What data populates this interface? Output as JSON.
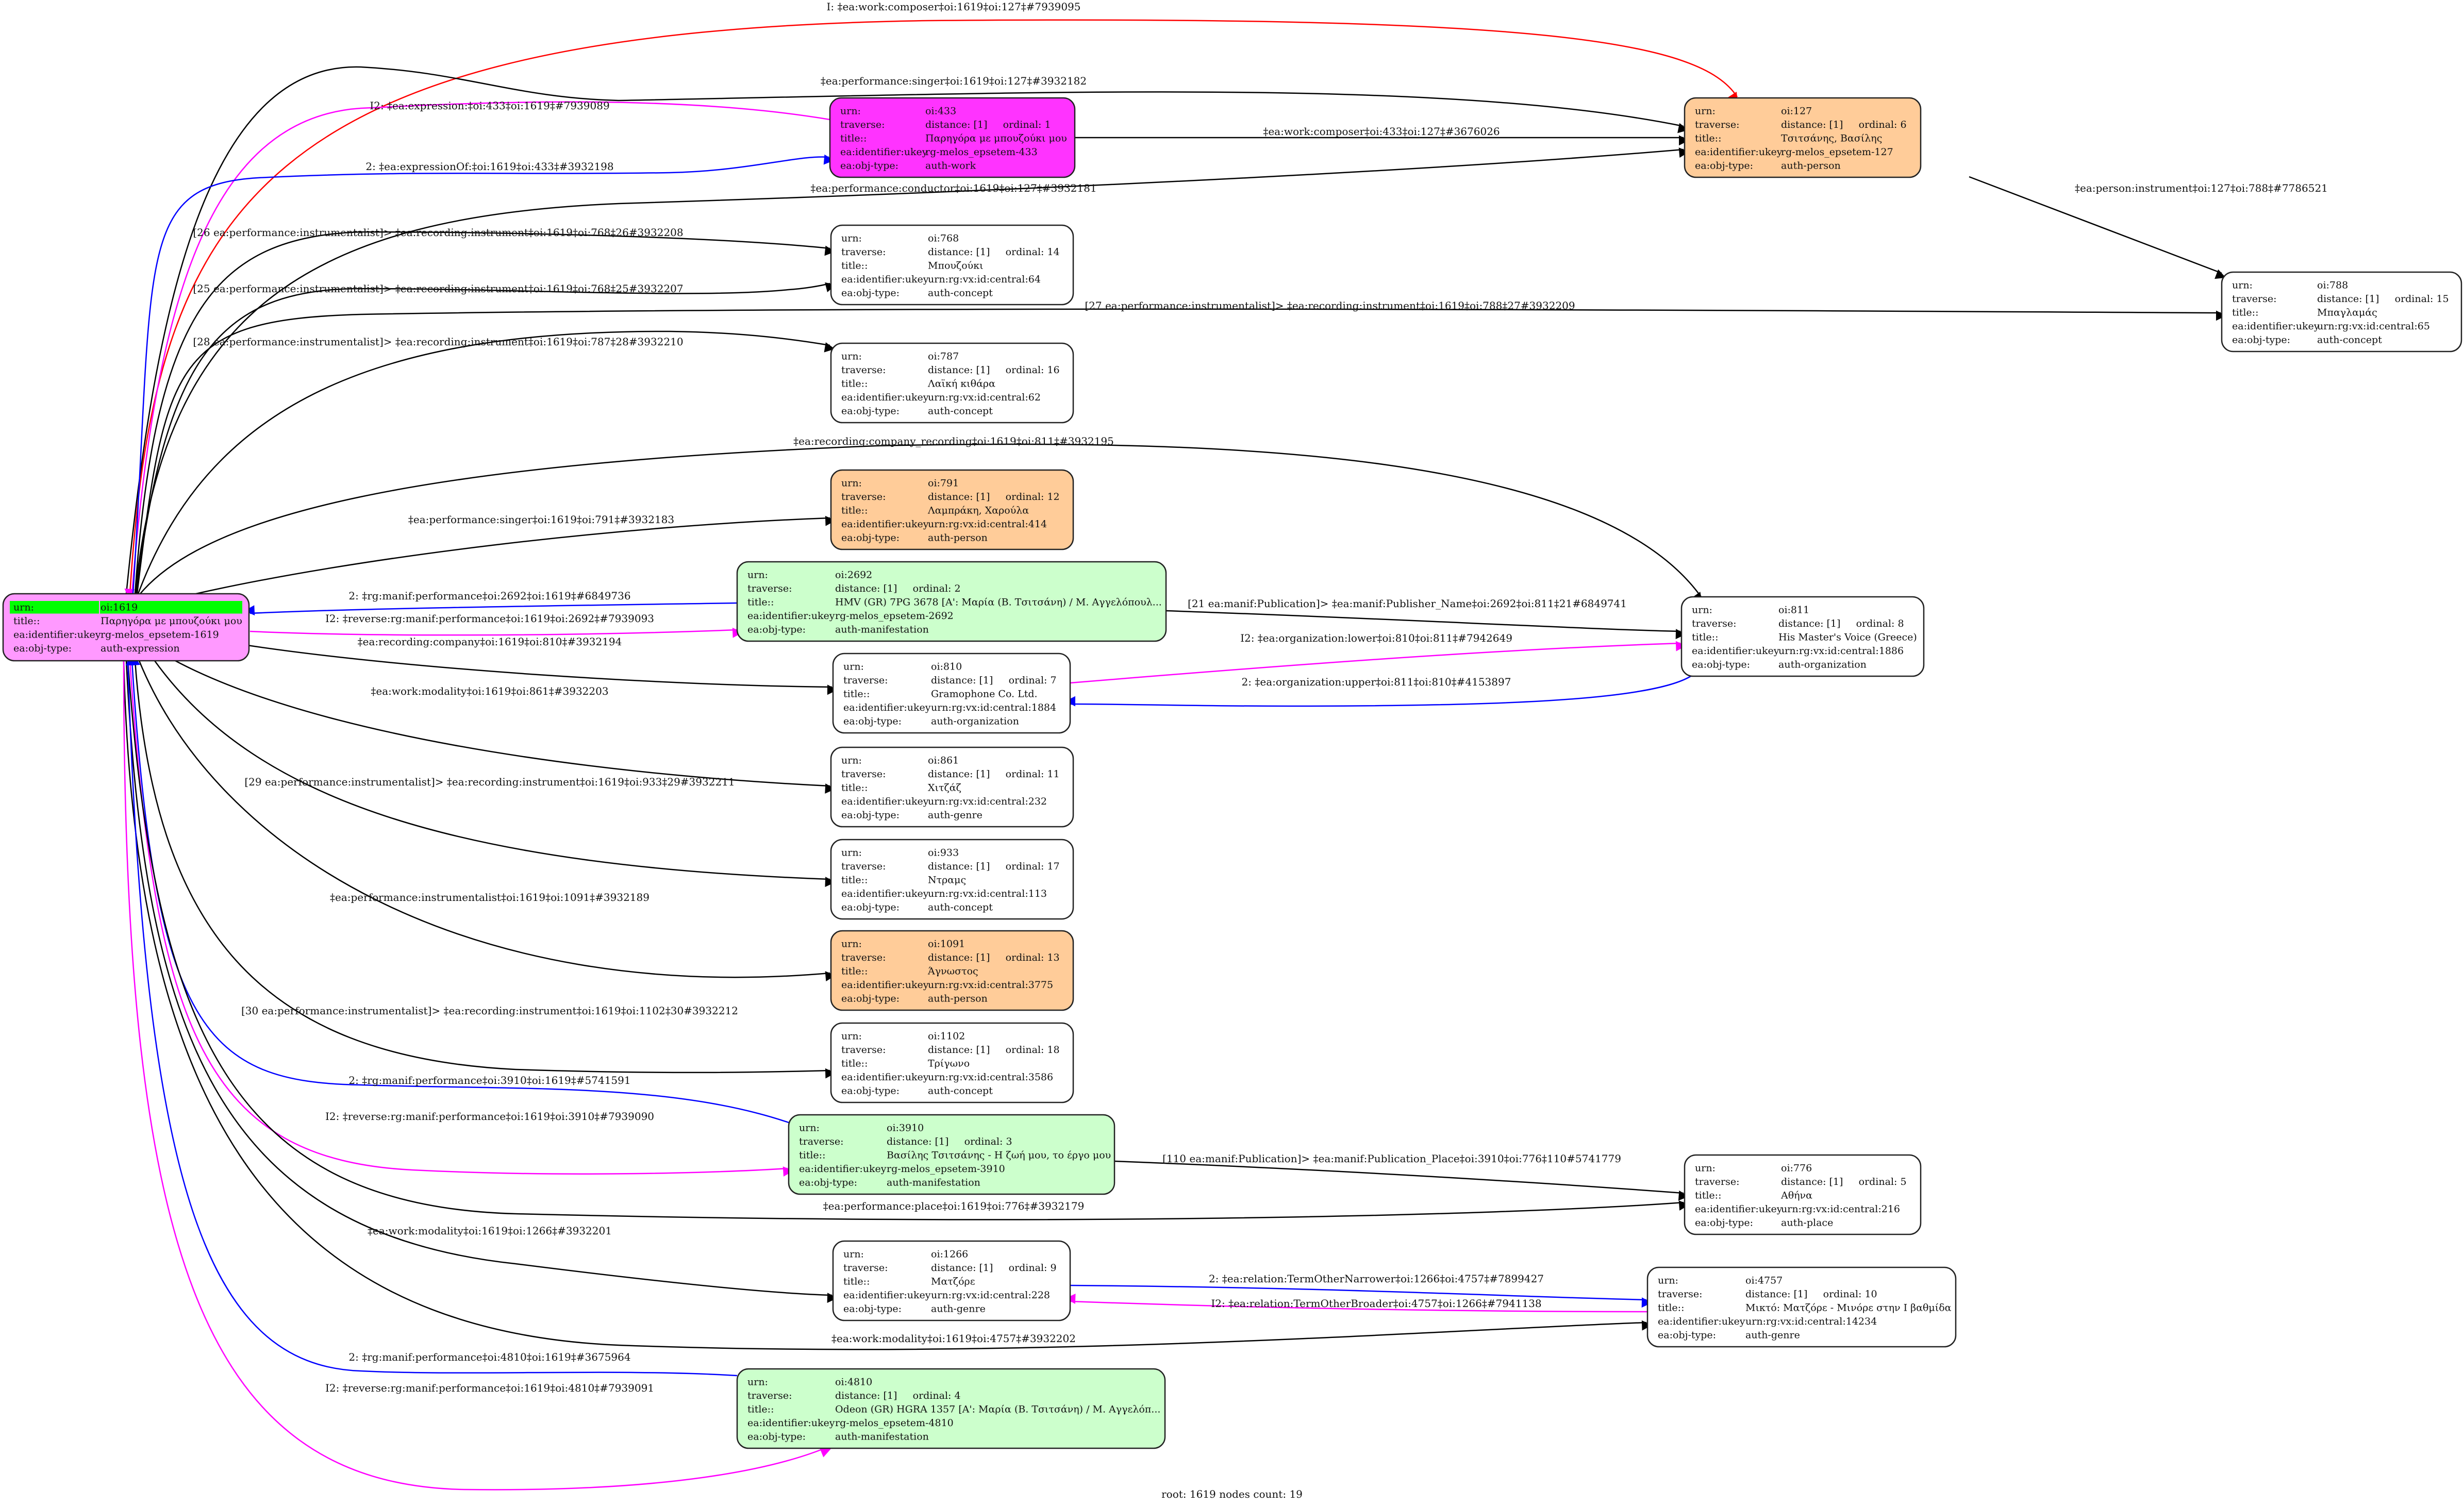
{
  "graph": {
    "footer": "root: 1619 nodes count: 19",
    "field_labels": {
      "urn": "urn:",
      "traverse": "traverse:",
      "title": "title::",
      "ukey": "ea:identifier:ukey",
      "objtype": "ea:obj-type:"
    },
    "colors": {
      "expression": "#ff99ff",
      "root_highlight": "#00ff00",
      "work": "#ff33ff",
      "person": "#ffcc99",
      "manifestation": "#ccffcc",
      "default": "#ffffff",
      "edge_black": "#000000",
      "edge_red": "#ff0000",
      "edge_blue": "#0000ff",
      "edge_magenta": "#ff00ff"
    },
    "nodes": [
      {
        "id": "1619",
        "urn": "oi:1619",
        "traverse": null,
        "title": "Παρηγόρα με μπουζούκι μου",
        "ukey": "rg-melos_epsetem-1619",
        "objtype": "auth-expression",
        "kind": "expression",
        "root": true
      },
      {
        "id": "433",
        "urn": "oi:433",
        "traverse": "distance: [1]     ordinal: 1",
        "title": "Παρηγόρα με μπουζούκι μου",
        "ukey": "rg-melos_epsetem-433",
        "objtype": "auth-work",
        "kind": "work"
      },
      {
        "id": "127",
        "urn": "oi:127",
        "traverse": "distance: [1]     ordinal: 6",
        "title": "Τσιτσάνης, Βασίλης",
        "ukey": "rg-melos_epsetem-127",
        "objtype": "auth-person",
        "kind": "person"
      },
      {
        "id": "788",
        "urn": "oi:788",
        "traverse": "distance: [1]     ordinal: 15",
        "title": "Μπαγλαμάς",
        "ukey": "urn:rg:vx:id:central:65",
        "objtype": "auth-concept",
        "kind": "default"
      },
      {
        "id": "768",
        "urn": "oi:768",
        "traverse": "distance: [1]     ordinal: 14",
        "title": "Μπουζούκι",
        "ukey": "urn:rg:vx:id:central:64",
        "objtype": "auth-concept",
        "kind": "default"
      },
      {
        "id": "787",
        "urn": "oi:787",
        "traverse": "distance: [1]     ordinal: 16",
        "title": "Λαϊκή κιθάρα",
        "ukey": "urn:rg:vx:id:central:62",
        "objtype": "auth-concept",
        "kind": "default"
      },
      {
        "id": "791",
        "urn": "oi:791",
        "traverse": "distance: [1]     ordinal: 12",
        "title": "Λαμπράκη, Χαρούλα",
        "ukey": "urn:rg:vx:id:central:414",
        "objtype": "auth-person",
        "kind": "person"
      },
      {
        "id": "2692",
        "urn": "oi:2692",
        "traverse": "distance: [1]     ordinal: 2",
        "title": "HMV (GR) 7PG 3678 [A': Μαρία (Β. Τσιτσάνη) / Μ. Αγγελόπουλ...",
        "ukey": "rg-melos_epsetem-2692",
        "objtype": "auth-manifestation",
        "kind": "manifestation"
      },
      {
        "id": "811",
        "urn": "oi:811",
        "traverse": "distance: [1]     ordinal: 8",
        "title": "His Master's Voice (Greece)",
        "ukey": "urn:rg:vx:id:central:1886",
        "objtype": "auth-organization",
        "kind": "default"
      },
      {
        "id": "810",
        "urn": "oi:810",
        "traverse": "distance: [1]     ordinal: 7",
        "title": "Gramophone Co. Ltd.",
        "ukey": "urn:rg:vx:id:central:1884",
        "objtype": "auth-organization",
        "kind": "default"
      },
      {
        "id": "861",
        "urn": "oi:861",
        "traverse": "distance: [1]     ordinal: 11",
        "title": "Χιτζάζ",
        "ukey": "urn:rg:vx:id:central:232",
        "objtype": "auth-genre",
        "kind": "default"
      },
      {
        "id": "933",
        "urn": "oi:933",
        "traverse": "distance: [1]     ordinal: 17",
        "title": "Ντραμς",
        "ukey": "urn:rg:vx:id:central:113",
        "objtype": "auth-concept",
        "kind": "default"
      },
      {
        "id": "1091",
        "urn": "oi:1091",
        "traverse": "distance: [1]     ordinal: 13",
        "title": "Άγνωστος",
        "ukey": "urn:rg:vx:id:central:3775",
        "objtype": "auth-person",
        "kind": "person"
      },
      {
        "id": "1102",
        "urn": "oi:1102",
        "traverse": "distance: [1]     ordinal: 18",
        "title": "Τρίγωνο",
        "ukey": "urn:rg:vx:id:central:3586",
        "objtype": "auth-concept",
        "kind": "default"
      },
      {
        "id": "3910",
        "urn": "oi:3910",
        "traverse": "distance: [1]     ordinal: 3",
        "title": "Βασίλης Τσιτσάνης - Η ζωή μου, το έργο μου",
        "ukey": "rg-melos_epsetem-3910",
        "objtype": "auth-manifestation",
        "kind": "manifestation"
      },
      {
        "id": "776",
        "urn": "oi:776",
        "traverse": "distance: [1]     ordinal: 5",
        "title": "Αθήνα",
        "ukey": "urn:rg:vx:id:central:216",
        "objtype": "auth-place",
        "kind": "default"
      },
      {
        "id": "1266",
        "urn": "oi:1266",
        "traverse": "distance: [1]     ordinal: 9",
        "title": "Ματζόρε",
        "ukey": "urn:rg:vx:id:central:228",
        "objtype": "auth-genre",
        "kind": "default"
      },
      {
        "id": "4757",
        "urn": "oi:4757",
        "traverse": "distance: [1]     ordinal: 10",
        "title": "Μικτό: Ματζόρε - Μινόρε στην Ι βαθμίδα",
        "ukey": "urn:rg:vx:id:central:14234",
        "objtype": "auth-genre",
        "kind": "default"
      },
      {
        "id": "4810",
        "urn": "oi:4810",
        "traverse": "distance: [1]     ordinal: 4",
        "title": "Odeon (GR) HGRA 1357 [A': Μαρία (Β. Τσιτσάνη) / Μ. Αγγελόπ...",
        "ukey": "rg-melos_epsetem-4810",
        "objtype": "auth-manifestation",
        "kind": "manifestation"
      }
    ],
    "edges": [
      {
        "id": "e1",
        "from": "1619",
        "to": "127",
        "color": "red",
        "label": "I: ‡ea:work:composer‡oi:1619‡oi:127‡#7939095"
      },
      {
        "id": "e2",
        "from": "1619",
        "to": "127",
        "color": "black",
        "label": "‡ea:performance:singer‡oi:1619‡oi:127‡#3932182"
      },
      {
        "id": "e3",
        "from": "433",
        "to": "1619",
        "color": "magenta",
        "label": "I2: ‡ea:expression:‡oi:433‡oi:1619‡#7939089"
      },
      {
        "id": "e4",
        "from": "1619",
        "to": "433",
        "color": "blue",
        "label": "2: ‡ea:expressionOf:‡oi:1619‡oi:433‡#3932198"
      },
      {
        "id": "e5",
        "from": "433",
        "to": "127",
        "color": "black",
        "label": "‡ea:work:composer‡oi:433‡oi:127‡#3676026"
      },
      {
        "id": "e6",
        "from": "1619",
        "to": "127",
        "color": "black",
        "label": "‡ea:performance:conductor‡oi:1619‡oi:127‡#3932181"
      },
      {
        "id": "e7",
        "from": "127",
        "to": "788",
        "color": "black",
        "label": "‡ea:person:instrument‡oi:127‡oi:788‡#7786521"
      },
      {
        "id": "e8",
        "from": "1619",
        "to": "768",
        "color": "black",
        "label": "[26 ea:performance:instrumentalist]> ‡ea:recording:instrument‡oi:1619‡oi:768‡26#3932208"
      },
      {
        "id": "e9",
        "from": "1619",
        "to": "768",
        "color": "black",
        "label": "[25 ea:performance:instrumentalist]> ‡ea:recording:instrument‡oi:1619‡oi:768‡25#3932207"
      },
      {
        "id": "e10",
        "from": "1619",
        "to": "788",
        "color": "black",
        "label": "[27 ea:performance:instrumentalist]> ‡ea:recording:instrument‡oi:1619‡oi:788‡27#3932209"
      },
      {
        "id": "e11",
        "from": "1619",
        "to": "787",
        "color": "black",
        "label": "[28 ea:performance:instrumentalist]> ‡ea:recording:instrument‡oi:1619‡oi:787‡28#3932210"
      },
      {
        "id": "e12",
        "from": "1619",
        "to": "811",
        "color": "black",
        "label": "‡ea:recording:company_recording‡oi:1619‡oi:811‡#3932195"
      },
      {
        "id": "e13",
        "from": "1619",
        "to": "791",
        "color": "black",
        "label": "‡ea:performance:singer‡oi:1619‡oi:791‡#3932183"
      },
      {
        "id": "e14",
        "from": "2692",
        "to": "1619",
        "color": "blue",
        "label": "2: ‡rg:manif:performance‡oi:2692‡oi:1619‡#6849736"
      },
      {
        "id": "e15",
        "from": "1619",
        "to": "2692",
        "color": "magenta",
        "label": "I2: ‡reverse:rg:manif:performance‡oi:1619‡oi:2692‡#7939093"
      },
      {
        "id": "e16",
        "from": "2692",
        "to": "811",
        "color": "black",
        "label": "[21 ea:manif:Publication]> ‡ea:manif:Publisher_Name‡oi:2692‡oi:811‡21#6849741"
      },
      {
        "id": "e17",
        "from": "1619",
        "to": "810",
        "color": "black",
        "label": "‡ea:recording:company‡oi:1619‡oi:810‡#3932194"
      },
      {
        "id": "e18",
        "from": "810",
        "to": "811",
        "color": "magenta",
        "label": "I2: ‡ea:organization:lower‡oi:810‡oi:811‡#7942649"
      },
      {
        "id": "e19",
        "from": "811",
        "to": "810",
        "color": "blue",
        "label": "2: ‡ea:organization:upper‡oi:811‡oi:810‡#4153897"
      },
      {
        "id": "e20",
        "from": "1619",
        "to": "861",
        "color": "black",
        "label": "‡ea:work:modality‡oi:1619‡oi:861‡#3932203"
      },
      {
        "id": "e21",
        "from": "1619",
        "to": "933",
        "color": "black",
        "label": "[29 ea:performance:instrumentalist]> ‡ea:recording:instrument‡oi:1619‡oi:933‡29#3932211"
      },
      {
        "id": "e22",
        "from": "1619",
        "to": "1091",
        "color": "black",
        "label": "‡ea:performance:instrumentalist‡oi:1619‡oi:1091‡#3932189"
      },
      {
        "id": "e23",
        "from": "1619",
        "to": "1102",
        "color": "black",
        "label": "[30 ea:performance:instrumentalist]> ‡ea:recording:instrument‡oi:1619‡oi:1102‡30#3932212"
      },
      {
        "id": "e24",
        "from": "3910",
        "to": "1619",
        "color": "blue",
        "label": "2: ‡rg:manif:performance‡oi:3910‡oi:1619‡#5741591"
      },
      {
        "id": "e25",
        "from": "1619",
        "to": "3910",
        "color": "magenta",
        "label": "I2: ‡reverse:rg:manif:performance‡oi:1619‡oi:3910‡#7939090"
      },
      {
        "id": "e26",
        "from": "3910",
        "to": "776",
        "color": "black",
        "label": "[110 ea:manif:Publication]> ‡ea:manif:Publication_Place‡oi:3910‡oi:776‡110#5741779"
      },
      {
        "id": "e27",
        "from": "1619",
        "to": "776",
        "color": "black",
        "label": "‡ea:performance:place‡oi:1619‡oi:776‡#3932179"
      },
      {
        "id": "e28",
        "from": "1619",
        "to": "1266",
        "color": "black",
        "label": "‡ea:work:modality‡oi:1619‡oi:1266‡#3932201"
      },
      {
        "id": "e29",
        "from": "1266",
        "to": "4757",
        "color": "blue",
        "label": "2: ‡ea:relation:TermOtherNarrower‡oi:1266‡oi:4757‡#7899427"
      },
      {
        "id": "e30",
        "from": "4757",
        "to": "1266",
        "color": "magenta",
        "label": "I2: ‡ea:relation:TermOtherBroader‡oi:4757‡oi:1266‡#7941138"
      },
      {
        "id": "e31",
        "from": "1619",
        "to": "4757",
        "color": "black",
        "label": "‡ea:work:modality‡oi:1619‡oi:4757‡#3932202"
      },
      {
        "id": "e32",
        "from": "4810",
        "to": "1619",
        "color": "blue",
        "label": "2: ‡rg:manif:performance‡oi:4810‡oi:1619‡#3675964"
      },
      {
        "id": "e33",
        "from": "1619",
        "to": "4810",
        "color": "magenta",
        "label": "I2: ‡reverse:rg:manif:performance‡oi:1619‡oi:4810‡#7939091"
      }
    ]
  }
}
